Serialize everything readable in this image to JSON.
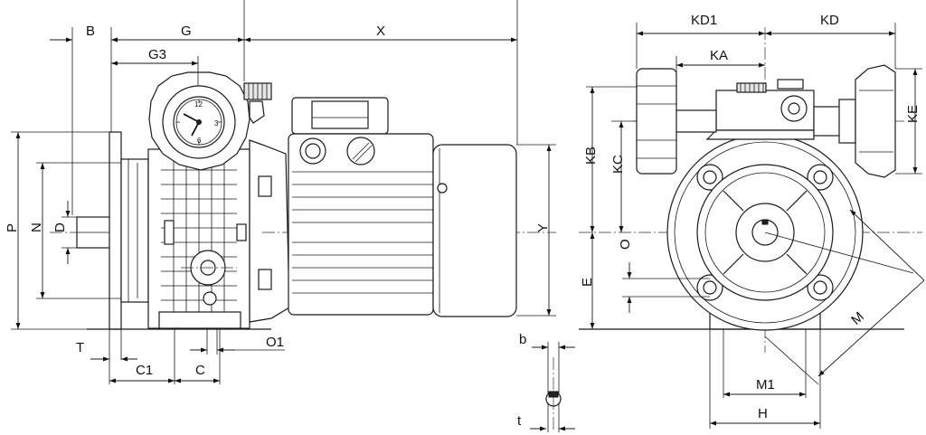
{
  "labels": {
    "B": "B",
    "G": "G",
    "X": "X",
    "G3": "G3",
    "P": "P",
    "N": "N",
    "D": "D",
    "T": "T",
    "C1": "C1",
    "C": "C",
    "O1": "O1",
    "Y": "Y",
    "b": "b",
    "t": "t",
    "KD1": "KD1",
    "KD": "KD",
    "KA": "KA",
    "KB": "KB",
    "KC": "KC",
    "KE": "KE",
    "O": "O",
    "E": "E",
    "M": "M",
    "M1": "M1",
    "H": "H"
  },
  "icons": {
    "arrowhead": "arrowhead-icon"
  }
}
